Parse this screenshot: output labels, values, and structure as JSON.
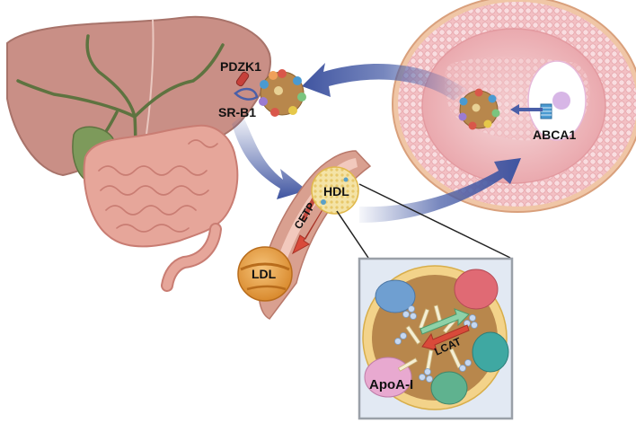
{
  "labels": {
    "pdzk1": "PDZK1",
    "srb1": "SR-B1",
    "abca1": "ABCA1",
    "hdl": "HDL",
    "cetp": "CETP",
    "ldl": "LDL",
    "lcat": "LCAT",
    "apoa1": "ApoA-I"
  },
  "colors": {
    "liver": "#c98f86",
    "liver_dark": "#a8736a",
    "bile_duct": "#5e7340",
    "gallbladder": "#7d9a5b",
    "intestine": "#e6a69a",
    "intestine_dark": "#c97d73",
    "transport_arrow": "#4a5fa8",
    "macrophage": "#f4c9cc",
    "macrophage_ring": "#e9a5aa",
    "vessel": "#d9a090",
    "cetp_arrow": "#d94a3a",
    "hdl_core": "#b8874c",
    "ldl": "#e8a54a",
    "inset_border": "#9aa0a8",
    "inset_bg": "#e2e9f3",
    "nucleus": "#d7b6e6"
  },
  "icons": {
    "liver": "liver-icon",
    "intestine": "intestine-icon",
    "macrophage": "macrophage-cell-icon",
    "vessel": "blood-vessel-icon",
    "hdl_particle": "hdl-particle-icon",
    "ldl_particle": "ldl-particle-icon",
    "receptor": "receptor-icon",
    "transporter": "transporter-icon"
  }
}
